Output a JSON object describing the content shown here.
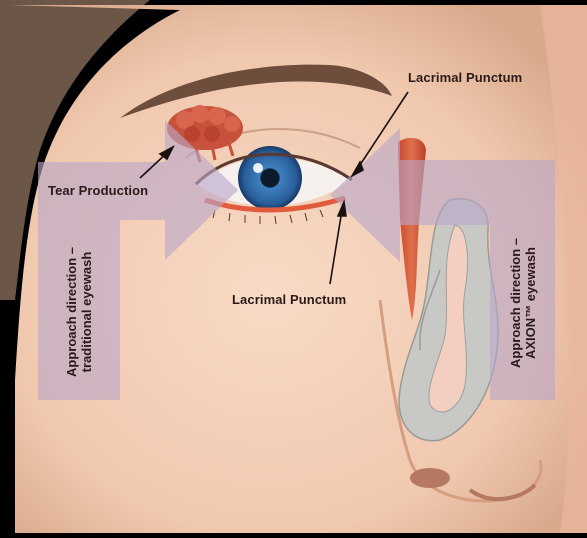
{
  "labels": {
    "lacrimal_top": "Lacrimal Punctum",
    "tear_production": "Tear Production",
    "lacrimal_bottom": "Lacrimal Punctum",
    "left_vertical_line1": "Approach direction –",
    "left_vertical_line2": "traditional eyewash",
    "right_vertical_line1": "Approach direction –",
    "right_vertical_line2": "AXION™ eyewash"
  },
  "colors": {
    "skin": "#f3cdb5",
    "arrow_overlay": "#b8a6c8",
    "gland": "#c8513c",
    "iris": "#2f68a8",
    "background": "#000000"
  }
}
